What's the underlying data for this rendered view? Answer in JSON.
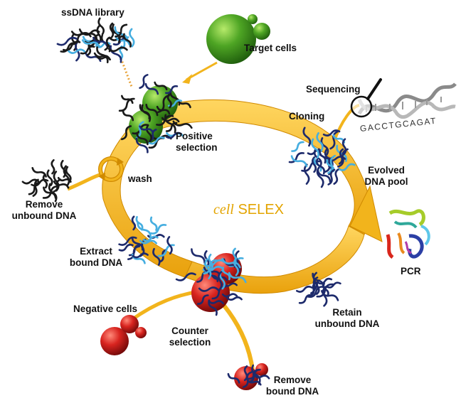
{
  "title": {
    "italic": "cell",
    "main": "SELEX"
  },
  "labels": {
    "ssdna_library": "ssDNA library",
    "target_cells": "Target cells",
    "sequencing": "Sequencing",
    "cloning": "Cloning",
    "positive_selection": [
      "Positive",
      "selection"
    ],
    "wash": "wash",
    "remove_unbound": [
      "Remove",
      "unbound DNA"
    ],
    "evolved_pool": [
      "Evolved",
      "DNA pool"
    ],
    "extract_bound": [
      "Extract",
      "bound DNA"
    ],
    "pcr": "PCR",
    "negative_cells": "Negative cells",
    "counter_selection": [
      "Counter",
      "selection"
    ],
    "retain_unbound": [
      "Retain",
      "unbound DNA"
    ],
    "remove_bound": [
      "Remove",
      "bound DNA"
    ]
  },
  "sequence": "GACCTGCAGAT",
  "colors": {
    "arrow": "#f2b41c",
    "arrow_dark": "#d08a00",
    "target_cell": "#3f9a1f",
    "negative_cell": "#c81f1f",
    "dna_dark": "#1d2a6b",
    "dna_light": "#46aee0",
    "dna_black": "#1a1a1a"
  }
}
